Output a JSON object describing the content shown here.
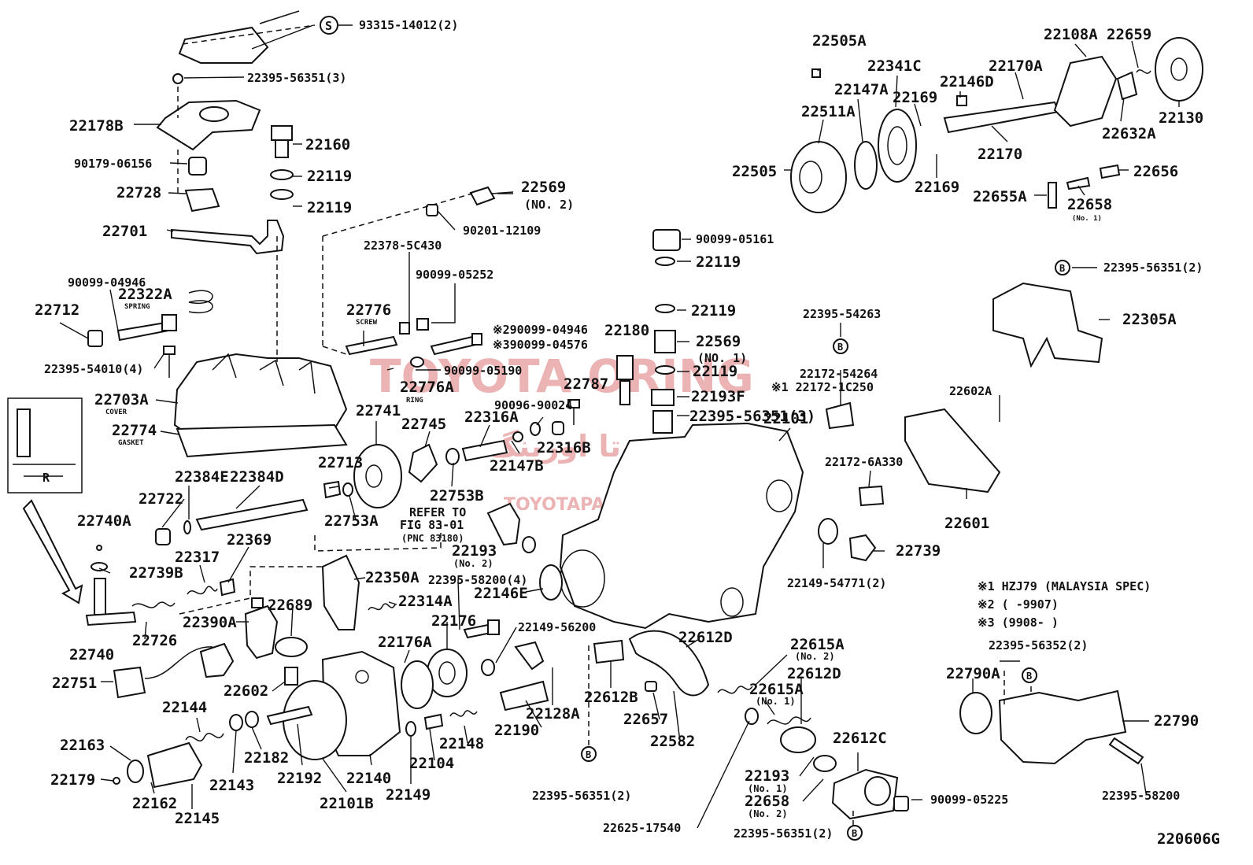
{
  "diagram_code": "220606G",
  "watermark": {
    "brand": "TOYOTA ORING",
    "persian": "تویوتا اورینگ",
    "site": "TOYOTAPART.IR"
  },
  "notes": [
    "※1 HZJ79 (MALAYSIA SPEC)",
    "※2 (     -9907)",
    "※3 (9908-     )"
  ],
  "markers": {
    "S": "S",
    "B": "B"
  },
  "labels": [
    {
      "id": "93315-14012",
      "text": "93315-14012(2)"
    },
    {
      "id": "22395-56351-3a",
      "text": "22395-56351(3)"
    },
    {
      "id": "22178B",
      "text": "22178B"
    },
    {
      "id": "22160",
      "text": "22160"
    },
    {
      "id": "90179-06156",
      "text": "90179-06156"
    },
    {
      "id": "22119a",
      "text": "22119"
    },
    {
      "id": "22728",
      "text": "22728"
    },
    {
      "id": "22119b",
      "text": "22119"
    },
    {
      "id": "22569-no2",
      "text": "22569"
    },
    {
      "id": "22569-no2-sub",
      "text": "(NO. 2)"
    },
    {
      "id": "22701",
      "text": "22701"
    },
    {
      "id": "90201-12109",
      "text": "90201-12109"
    },
    {
      "id": "22378-5C430",
      "text": "22378-5C430"
    },
    {
      "id": "90099-05252",
      "text": "90099-05252"
    },
    {
      "id": "90099-04946",
      "text": "90099-04946"
    },
    {
      "id": "22322A",
      "text": "22322A"
    },
    {
      "id": "spring",
      "text": "SPRING"
    },
    {
      "id": "22712",
      "text": "22712"
    },
    {
      "id": "22776",
      "text": "22776"
    },
    {
      "id": "screw",
      "text": "SCREW"
    },
    {
      "id": "x2-90099-04946",
      "text": "※290099-04946"
    },
    {
      "id": "x3-90099-04576",
      "text": "※390099-04576"
    },
    {
      "id": "22180",
      "text": "22180"
    },
    {
      "id": "22395-54010",
      "text": "22395-54010(4)"
    },
    {
      "id": "90099-05190",
      "text": "90099-05190"
    },
    {
      "id": "22703A",
      "text": "22703A"
    },
    {
      "id": "cover",
      "text": "COVER"
    },
    {
      "id": "22776A",
      "text": "22776A"
    },
    {
      "id": "ring",
      "text": "RING"
    },
    {
      "id": "22787",
      "text": "22787"
    },
    {
      "id": "22774",
      "text": "22774"
    },
    {
      "id": "gasket",
      "text": "GASKET"
    },
    {
      "id": "22741",
      "text": "22741"
    },
    {
      "id": "22745",
      "text": "22745"
    },
    {
      "id": "90096-90024",
      "text": "90096-90024"
    },
    {
      "id": "22316A",
      "text": "22316A"
    },
    {
      "id": "22316B",
      "text": "22316B"
    },
    {
      "id": "22147B",
      "text": "22147B"
    },
    {
      "id": "22384E",
      "text": "22384E"
    },
    {
      "id": "22384D",
      "text": "22384D"
    },
    {
      "id": "22713",
      "text": "22713"
    },
    {
      "id": "22753B",
      "text": "22753B"
    },
    {
      "id": "22722",
      "text": "22722"
    },
    {
      "id": "22753A",
      "text": "22753A"
    },
    {
      "id": "refer1",
      "text": "REFER TO"
    },
    {
      "id": "refer2",
      "text": "FIG 83-01"
    },
    {
      "id": "refer3",
      "text": "(PNC 83180)"
    },
    {
      "id": "22740A",
      "text": "22740A"
    },
    {
      "id": "22369",
      "text": "22369"
    },
    {
      "id": "22193-no2",
      "text": "22193"
    },
    {
      "id": "22193-no2-sub",
      "text": "(No. 2)"
    },
    {
      "id": "22317",
      "text": "22317"
    },
    {
      "id": "22739B",
      "text": "22739B"
    },
    {
      "id": "22350A",
      "text": "22350A"
    },
    {
      "id": "22395-58200-4",
      "text": "22395-58200(4)"
    },
    {
      "id": "22146E",
      "text": "22146E"
    },
    {
      "id": "22390A",
      "text": "22390A"
    },
    {
      "id": "22689",
      "text": "22689"
    },
    {
      "id": "22314A",
      "text": "22314A"
    },
    {
      "id": "22176",
      "text": "22176"
    },
    {
      "id": "22149-56200",
      "text": "22149-56200"
    },
    {
      "id": "22726",
      "text": "22726"
    },
    {
      "id": "22740",
      "text": "22740"
    },
    {
      "id": "22176A",
      "text": "22176A"
    },
    {
      "id": "22751",
      "text": "22751"
    },
    {
      "id": "22602",
      "text": "22602"
    },
    {
      "id": "22128A",
      "text": "22128A"
    },
    {
      "id": "22190",
      "text": "22190"
    },
    {
      "id": "22144",
      "text": "22144"
    },
    {
      "id": "22163",
      "text": "22163"
    },
    {
      "id": "22182",
      "text": "22182"
    },
    {
      "id": "22148",
      "text": "22148"
    },
    {
      "id": "22104",
      "text": "22104"
    },
    {
      "id": "22179",
      "text": "22179"
    },
    {
      "id": "22143",
      "text": "22143"
    },
    {
      "id": "22192",
      "text": "22192"
    },
    {
      "id": "22140",
      "text": "22140"
    },
    {
      "id": "22149",
      "text": "22149"
    },
    {
      "id": "22162",
      "text": "22162"
    },
    {
      "id": "22101B",
      "text": "22101B"
    },
    {
      "id": "22145",
      "text": "22145"
    },
    {
      "id": "22505A",
      "text": "22505A"
    },
    {
      "id": "22108A",
      "text": "22108A"
    },
    {
      "id": "22659",
      "text": "22659"
    },
    {
      "id": "22341C",
      "text": "22341C"
    },
    {
      "id": "22170A",
      "text": "22170A"
    },
    {
      "id": "22147A",
      "text": "22147A"
    },
    {
      "id": "22146D",
      "text": "22146D"
    },
    {
      "id": "22511A",
      "text": "22511A"
    },
    {
      "id": "22169a",
      "text": "22169"
    },
    {
      "id": "22130",
      "text": "22130"
    },
    {
      "id": "22632A",
      "text": "22632A"
    },
    {
      "id": "22170",
      "text": "22170"
    },
    {
      "id": "22505",
      "text": "22505"
    },
    {
      "id": "22169b",
      "text": "22169"
    },
    {
      "id": "22656",
      "text": "22656"
    },
    {
      "id": "22655A",
      "text": "22655A"
    },
    {
      "id": "22658-no1",
      "text": "22658"
    },
    {
      "id": "22658-no1-sub",
      "text": "(No. 1)"
    },
    {
      "id": "90099-05161",
      "text": "90099-05161"
    },
    {
      "id": "22119c",
      "text": "22119"
    },
    {
      "id": "22395-56351-2a",
      "text": "22395-56351(2)"
    },
    {
      "id": "22119d",
      "text": "22119"
    },
    {
      "id": "22305A",
      "text": "22305A"
    },
    {
      "id": "22395-54263",
      "text": "22395-54263"
    },
    {
      "id": "22569-no1",
      "text": "22569"
    },
    {
      "id": "22569-no1-sub",
      "text": "(NO. 1)"
    },
    {
      "id": "22119e",
      "text": "22119"
    },
    {
      "id": "22172-54264",
      "text": "22172-54264"
    },
    {
      "id": "x1-22172-1C250",
      "text": "※1 22172-1C250"
    },
    {
      "id": "22193F",
      "text": "22193F"
    },
    {
      "id": "22602A",
      "text": "22602A"
    },
    {
      "id": "22395-56351-3b",
      "text": "22395-56351(3)"
    },
    {
      "id": "22101",
      "text": "22101"
    },
    {
      "id": "22172-6A330",
      "text": "22172-6A330"
    },
    {
      "id": "22601",
      "text": "22601"
    },
    {
      "id": "22739",
      "text": "22739"
    },
    {
      "id": "22149-54771",
      "text": "22149-54771(2)"
    },
    {
      "id": "22612D-a",
      "text": "22612D"
    },
    {
      "id": "22615A-no2",
      "text": "22615A"
    },
    {
      "id": "22615A-no2-sub",
      "text": "(No. 2)"
    },
    {
      "id": "22395-56352",
      "text": "22395-56352(2)"
    },
    {
      "id": "22612D-b",
      "text": "22612D"
    },
    {
      "id": "22790A",
      "text": "22790A"
    },
    {
      "id": "22612B",
      "text": "22612B"
    },
    {
      "id": "22615A-no1",
      "text": "22615A"
    },
    {
      "id": "22615A-no1-sub",
      "text": "(No. 1)"
    },
    {
      "id": "22657",
      "text": "22657"
    },
    {
      "id": "22582",
      "text": "22582"
    },
    {
      "id": "22790",
      "text": "22790"
    },
    {
      "id": "22612C",
      "text": "22612C"
    },
    {
      "id": "22193-no1",
      "text": "22193"
    },
    {
      "id": "22193-no1-sub",
      "text": "(No. 1)"
    },
    {
      "id": "22658-no2",
      "text": "22658"
    },
    {
      "id": "22658-no2-sub",
      "text": "(No. 2)"
    },
    {
      "id": "22395-56351-2b",
      "text": "22395-56351(2)"
    },
    {
      "id": "90099-05225",
      "text": "90099-05225"
    },
    {
      "id": "22395-58200",
      "text": "22395-58200"
    },
    {
      "id": "22625-17540",
      "text": "22625-17540"
    },
    {
      "id": "22395-56351-2c",
      "text": "22395-56351(2)"
    },
    {
      "id": "inset-r",
      "text": "R"
    }
  ]
}
